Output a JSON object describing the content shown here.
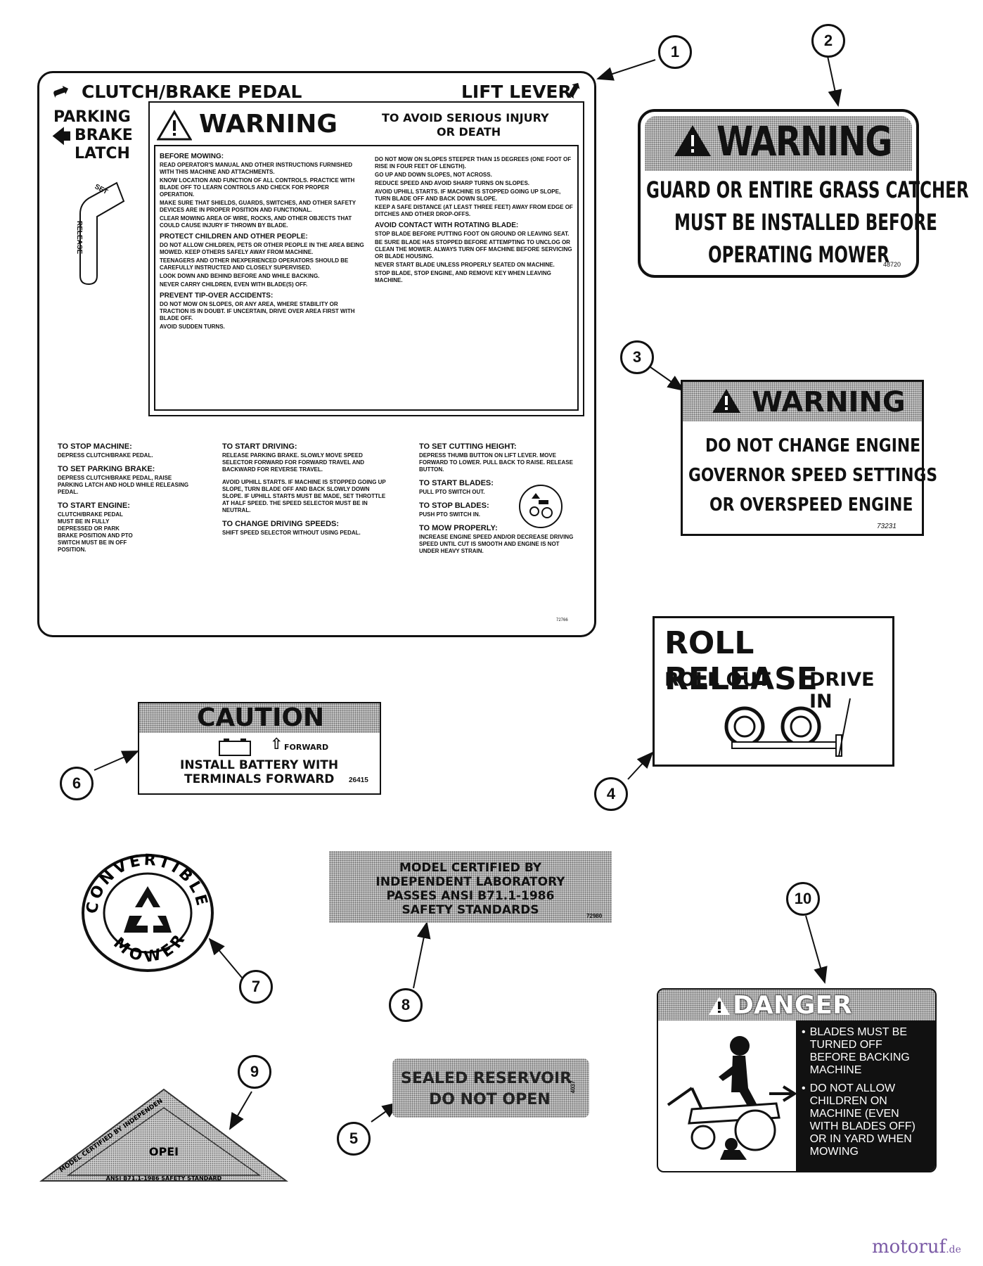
{
  "callouts": [
    "1",
    "2",
    "3",
    "4",
    "5",
    "6",
    "7",
    "8",
    "9",
    "10"
  ],
  "label1": {
    "clutch": "CLUTCH/BRAKE PEDAL",
    "lift": "LIFT LEVER",
    "parking": "PARKING",
    "brake": "BRAKE",
    "latch": "LATCH",
    "set": "SET",
    "release": "RELEASE",
    "warning": "WARNING",
    "avoid1": "TO AVOID SERIOUS INJURY",
    "avoid2": "OR DEATH",
    "before_head": "BEFORE MOWING:",
    "before_items": [
      "READ OPERATOR'S MANUAL AND OTHER INSTRUCTIONS FURNISHED WITH THIS MACHINE AND ATTACHMENTS.",
      "KNOW LOCATION AND FUNCTION OF ALL CONTROLS. PRACTICE WITH BLADE OFF TO LEARN CONTROLS AND CHECK FOR PROPER OPERATION.",
      "MAKE SURE THAT SHIELDS, GUARDS, SWITCHES, AND OTHER SAFETY DEVICES ARE IN PROPER POSITION AND FUNCTIONAL.",
      "CLEAR MOWING AREA OF WIRE, ROCKS, AND OTHER OBJECTS THAT COULD CAUSE INJURY IF THROWN BY BLADE."
    ],
    "protect_head": "PROTECT CHILDREN AND OTHER PEOPLE:",
    "protect_items": [
      "DO NOT ALLOW CHILDREN, PETS OR OTHER PEOPLE IN THE AREA BEING MOWED. KEEP OTHERS SAFELY AWAY FROM MACHINE.",
      "TEENAGERS AND OTHER INEXPERIENCED OPERATORS SHOULD BE CAREFULLY INSTRUCTED AND CLOSELY SUPERVISED.",
      "LOOK DOWN AND BEHIND BEFORE AND WHILE BACKING.",
      "NEVER CARRY CHILDREN, EVEN WITH BLADE(S) OFF."
    ],
    "tip_head": "PREVENT TIP-OVER ACCIDENTS:",
    "tip_items": [
      "DO NOT MOW ON SLOPES, OR ANY AREA, WHERE STABILITY OR TRACTION IS IN DOUBT. IF UNCERTAIN, DRIVE OVER AREA FIRST WITH BLADE OFF.",
      "AVOID SUDDEN TURNS."
    ],
    "right_items": [
      "DO NOT MOW ON SLOPES STEEPER THAN 15 DEGREES (ONE FOOT OF RISE IN FOUR FEET OF LENGTH).",
      "GO UP AND DOWN SLOPES, NOT ACROSS.",
      "REDUCE SPEED AND AVOID SHARP TURNS ON SLOPES.",
      "AVOID UPHILL STARTS. IF MACHINE IS STOPPED GOING UP SLOPE, TURN BLADE OFF AND BACK DOWN SLOPE.",
      "KEEP A SAFE DISTANCE (AT LEAST THREE FEET) AWAY FROM EDGE OF DITCHES AND OTHER DROP-OFFS."
    ],
    "rot_head": "AVOID CONTACT WITH ROTATING BLADE:",
    "rot_items": [
      "STOP BLADE BEFORE PUTTING FOOT ON GROUND OR LEAVING SEAT.",
      "BE SURE BLADE HAS STOPPED BEFORE ATTEMPTING TO UNCLOG OR CLEAN THE MOWER. ALWAYS TURN OFF MACHINE BEFORE SERVICING OR BLADE HOUSING.",
      "NEVER START BLADE UNLESS PROPERLY SEATED ON MACHINE.",
      "STOP BLADE, STOP ENGINE, AND REMOVE KEY WHEN LEAVING MACHINE."
    ],
    "stop_head": "TO STOP MACHINE:",
    "stop_body": "DEPRESS CLUTCH/BRAKE PEDAL.",
    "park_head": "TO SET PARKING BRAKE:",
    "park_body": "DEPRESS CLUTCH/BRAKE PEDAL, RAISE PARKING LATCH AND HOLD WHILE RELEASING PEDAL.",
    "engine_head": "TO START ENGINE:",
    "engine_body": "CLUTCH/BRAKE PEDAL MUST BE IN FULLY DEPRESSED OR PARK BRAKE POSITION AND PTO SWITCH MUST BE IN OFF POSITION.",
    "drive_head": "TO START DRIVING:",
    "drive_body1": "RELEASE PARKING BRAKE. SLOWLY MOVE SPEED SELECTOR FORWARD FOR FORWARD TRAVEL AND BACKWARD FOR REVERSE TRAVEL.",
    "drive_body2": "AVOID UPHILL STARTS. IF MACHINE IS STOPPED GOING UP SLOPE, TURN BLADE OFF AND BACK SLOWLY DOWN SLOPE. IF UPHILL STARTS MUST BE MADE, SET THROTTLE AT HALF SPEED. THE SPEED SELECTOR MUST BE IN NEUTRAL.",
    "speeds_head": "TO CHANGE DRIVING SPEEDS:",
    "speeds_body": "SHIFT SPEED SELECTOR WITHOUT USING PEDAL.",
    "cut_head": "TO SET CUTTING HEIGHT:",
    "cut_body": "DEPRESS THUMB BUTTON ON LIFT LEVER. MOVE FORWARD TO LOWER. PULL BACK TO RAISE. RELEASE BUTTON.",
    "blades_head": "TO START BLADES:",
    "blades_body": "PULL PTO SWITCH OUT.",
    "stopb_head": "TO STOP BLADES:",
    "stopb_body": "PUSH PTO SWITCH IN.",
    "mow_head": "TO MOW PROPERLY:",
    "mow_body": "INCREASE ENGINE SPEED AND/OR DECREASE DRIVING SPEED UNTIL CUT IS SMOOTH AND ENGINE IS NOT UNDER HEAVY STRAIN.",
    "part_no": "72766"
  },
  "label2": {
    "warning": "WARNING",
    "line1": "GUARD OR ENTIRE GRASS CATCHER",
    "line2": "MUST BE INSTALLED BEFORE",
    "line3": "OPERATING MOWER",
    "part_no": "48720"
  },
  "label3": {
    "warning": "WARNING",
    "line1": "DO NOT CHANGE ENGINE",
    "line2": "GOVERNOR SPEED SETTINGS",
    "line3": "OR OVERSPEED ENGINE",
    "part_no": "73231"
  },
  "label4": {
    "title": "ROLL RELEASE",
    "left": "ROLL OUT",
    "right": "DRIVE IN"
  },
  "label6": {
    "caution": "CAUTION",
    "forward": "FORWARD",
    "line1": "INSTALL BATTERY WITH",
    "line2": "TERMINALS FORWARD",
    "part_no": "26415"
  },
  "label7": {
    "top": "CONVERTIBLE",
    "bottom": "MOWER"
  },
  "label8": {
    "line1": "MODEL CERTIFIED BY",
    "line2": "INDEPENDENT LABORATORY",
    "line3": "PASSES ANSI B71.1-1986",
    "line4": "SAFETY STANDARDS",
    "part_no": "72980"
  },
  "label9": {
    "side": "MODEL CERTIFIED BY INDEPENDENT LABORATORY",
    "base": "ANSI B71.1-1986 SAFETY STANDARD",
    "center": "OPEI"
  },
  "label5": {
    "line1": "SEALED RESERVOIR",
    "line2": "DO NOT OPEN",
    "part_no": "4037"
  },
  "label10": {
    "danger": "DANGER",
    "items": [
      "BLADES MUST BE TURNED OFF BEFORE BACKING MACHINE",
      "DO NOT ALLOW CHILDREN ON MACHINE (EVEN WITH BLADES OFF) OR IN YARD WHEN MOWING"
    ]
  },
  "watermark": {
    "name": "motoruf",
    "tld": ".de"
  }
}
